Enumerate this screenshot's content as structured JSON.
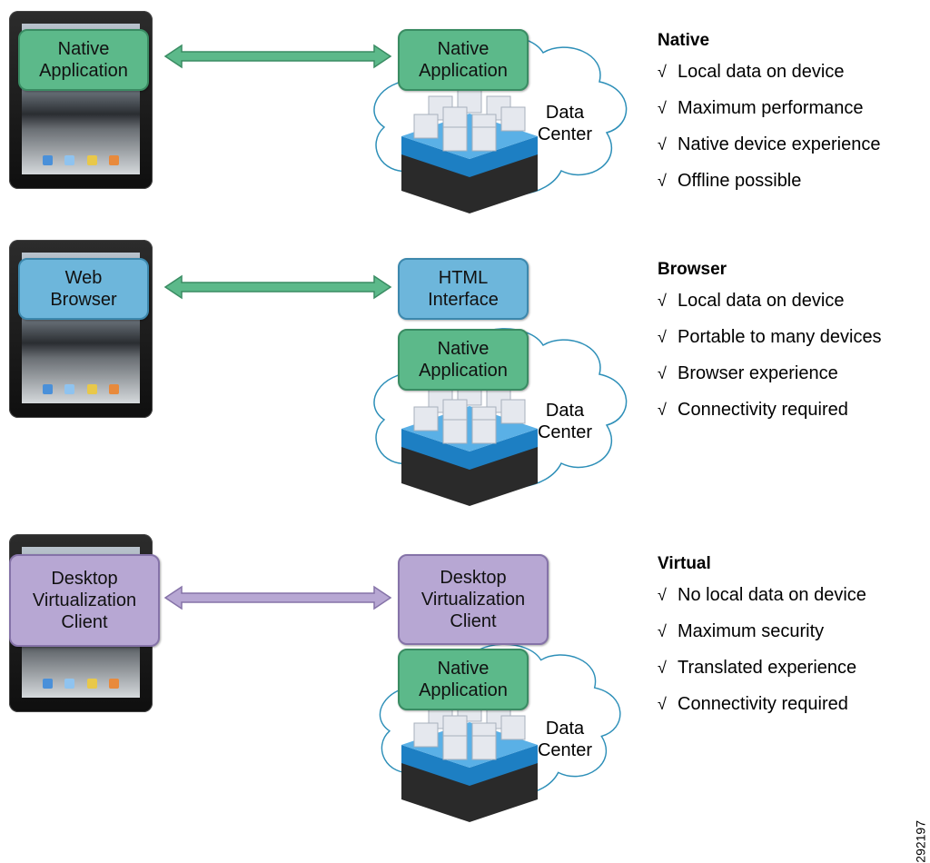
{
  "sections": [
    {
      "device_label": [
        "Native",
        "Application"
      ],
      "server_boxes": [
        {
          "lines": [
            "Native",
            "Application"
          ]
        }
      ],
      "data_center": [
        "Data",
        "Center"
      ],
      "heading": "Native",
      "features": [
        "Local data on device",
        "Maximum performance",
        "Native device experience",
        "Offline possible"
      ]
    },
    {
      "device_label": [
        "Web",
        "Browser"
      ],
      "server_boxes": [
        {
          "lines": [
            "HTML",
            "Interface"
          ]
        },
        {
          "lines": [
            "Native",
            "Application"
          ]
        }
      ],
      "data_center": [
        "Data",
        "Center"
      ],
      "heading": "Browser",
      "features": [
        "Local data on device",
        "Portable to many devices",
        "Browser experience",
        "Connectivity required"
      ]
    },
    {
      "device_label": [
        "Desktop",
        "Virtualization",
        "Client"
      ],
      "server_boxes": [
        {
          "lines": [
            "Desktop",
            "Virtualization",
            "Client"
          ]
        },
        {
          "lines": [
            "Native",
            "Application"
          ]
        }
      ],
      "data_center": [
        "Data",
        "Center"
      ],
      "heading": "Virtual",
      "features": [
        "No local data on device",
        "Maximum security",
        "Translated experience",
        "Connectivity required"
      ]
    }
  ],
  "check_mark": "√",
  "reference_number": "292197",
  "colors": {
    "green": "#5cb98a",
    "blue": "#6db6db",
    "purple": "#b7a7d3",
    "cloud_stroke": "#2d8fb8"
  }
}
